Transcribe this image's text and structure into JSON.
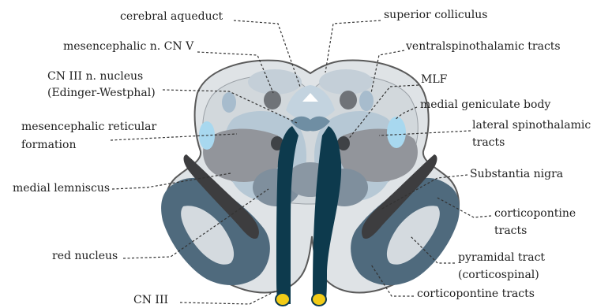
{
  "labels": {
    "cerebral_aqueduct": "cerebral aqueduct",
    "mesencephalic_n_cn5": "mesencephalic n. CN V",
    "cn3_nucleus_line1": "CN III n. nucleus",
    "cn3_nucleus_line2": "(Edinger-Westphal)",
    "reticular_line1": "mesencephalic reticular",
    "reticular_line2": "formation",
    "medial_lemniscus": "medial lemniscus",
    "red_nucleus": "red nucleus",
    "cn3": "CN III",
    "superior_colliculus": "superior colliculus",
    "ventral_spinothalamic": "ventralspinothalamic tracts",
    "mlf": "MLF",
    "medial_geniculate": "medial geniculate body",
    "lateral_spinothalamic_line1": "lateral spinothalamic",
    "lateral_spinothalamic_line2": "tracts",
    "substantia_nigra": "Substantia nigra",
    "corticopontine_upper_line1": "corticopontine",
    "corticopontine_upper_line2": "tracts",
    "pyramidal_line1": "pyramidal tract",
    "pyramidal_line2": "(corticospinal)",
    "corticopontine_lower": "corticopontine tracts"
  },
  "colors": {
    "outline": "#5a5a5a",
    "tegmentum": "#d4d9dd",
    "light_blue_region": "#b4c8d6",
    "gray_region": "#8d9096",
    "crus": "#4f6a7d",
    "nigra": "#3d3d3f",
    "nerve": "#0d3a4d",
    "nerve_tip": "#f2cb16",
    "spinothalamic": "#a8d8ef"
  }
}
